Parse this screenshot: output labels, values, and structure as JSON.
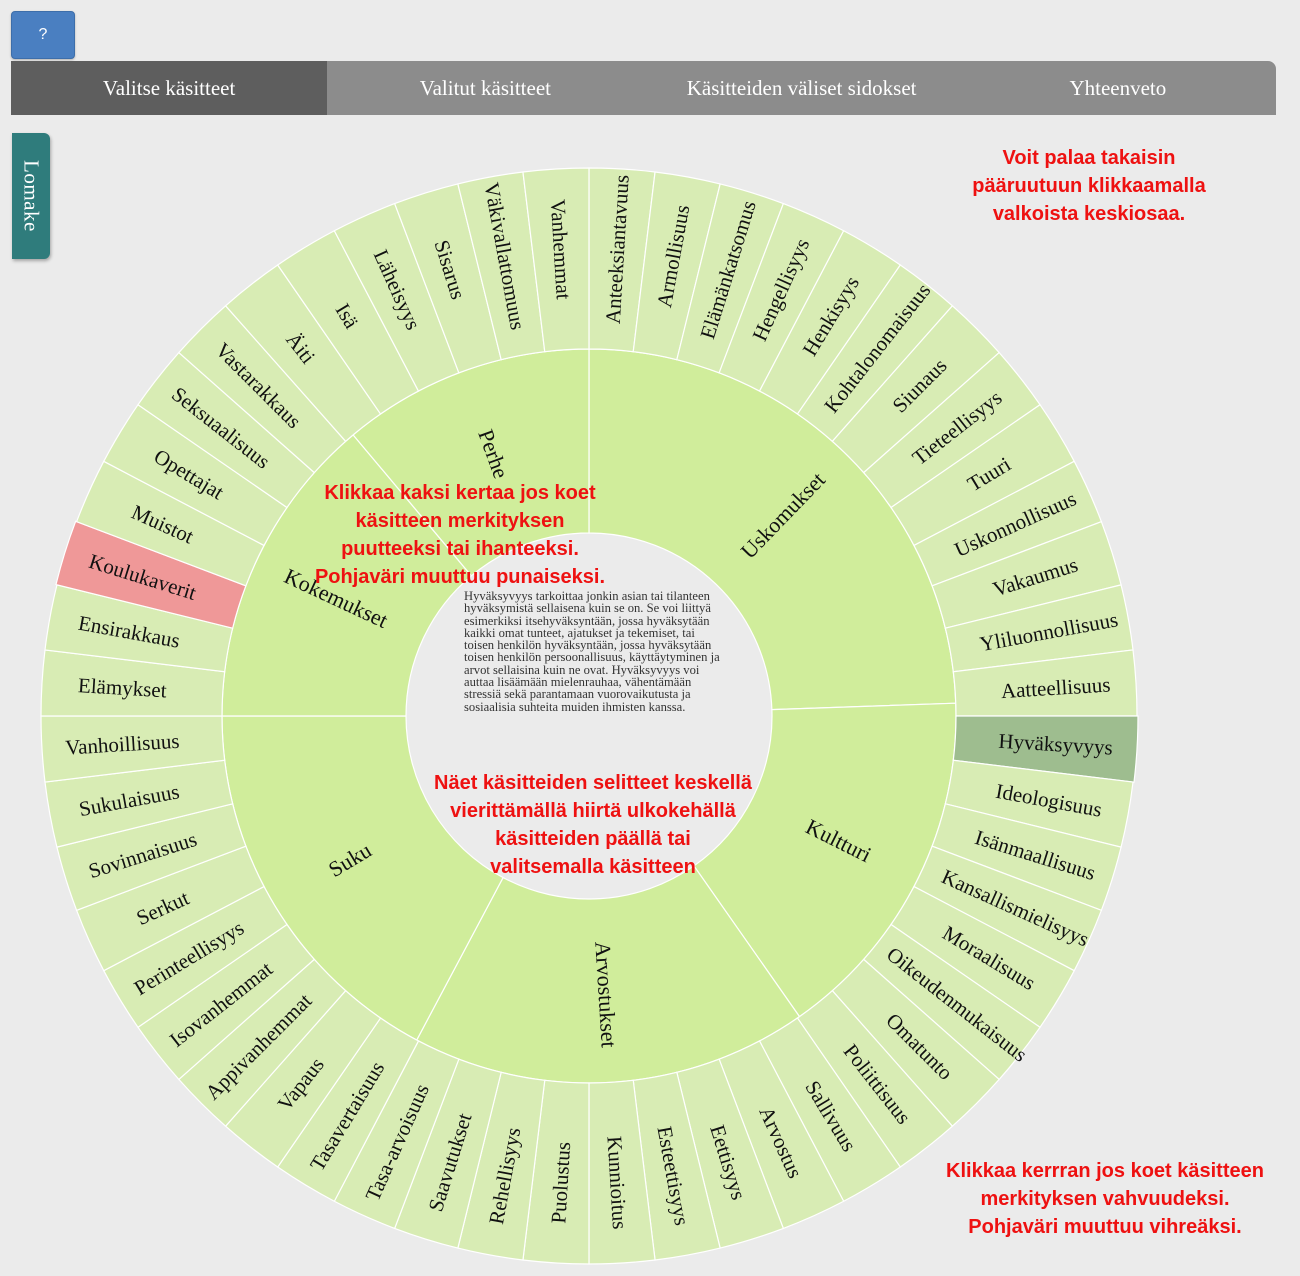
{
  "help_button": {
    "label": "?"
  },
  "tabs": [
    {
      "label": "Valitse käsitteet",
      "active": true
    },
    {
      "label": "Valitut käsitteet",
      "active": false
    },
    {
      "label": "Käsitteiden väliset sidokset",
      "active": false
    },
    {
      "label": "Yhteenveto",
      "active": false
    }
  ],
  "side_tab": {
    "label": "Lomake"
  },
  "colors": {
    "page_bg": "#ebebeb",
    "inner_ring": "#d0ed9b",
    "outer_ring": "#d8ecb4",
    "center": "#ebebeb",
    "selected_strength": "#9ebd8f",
    "selected_lack": "#ef9898",
    "note_text": "#ee1111",
    "active_tab": "#5e5e5e",
    "tab_bar": "#8c8c8c",
    "side_tab": "#2f7c7c",
    "help_button": "#4a7fc1"
  },
  "wheel": {
    "categories": [
      {
        "label": "Uskomukset",
        "start": 0,
        "end": 88
      },
      {
        "label": "Kultturi",
        "start": 88,
        "end": 145
      },
      {
        "label": "Arvostukset",
        "start": 145,
        "end": 208
      },
      {
        "label": "Suku",
        "start": 208,
        "end": 270
      },
      {
        "label": "Kokemukset",
        "start": 270,
        "end": 320
      },
      {
        "label": "Perhe",
        "start": 320,
        "end": 360
      }
    ],
    "concepts": [
      {
        "label": "Anteeksiantavuus",
        "state": "none"
      },
      {
        "label": "Armollisuus",
        "state": "none"
      },
      {
        "label": "Elämänkatsomus",
        "state": "none"
      },
      {
        "label": "Hengellisyys",
        "state": "none"
      },
      {
        "label": "Henkisyys",
        "state": "none"
      },
      {
        "label": "Kohtalonomaisuus",
        "state": "none"
      },
      {
        "label": "Siunaus",
        "state": "none"
      },
      {
        "label": "Tieteellisyys",
        "state": "none"
      },
      {
        "label": "Tuuri",
        "state": "none"
      },
      {
        "label": "Uskonnollisuus",
        "state": "none"
      },
      {
        "label": "Vakaumus",
        "state": "none"
      },
      {
        "label": "Yliluonnollisuus",
        "state": "none"
      },
      {
        "label": "Aatteellisuus",
        "state": "none"
      },
      {
        "label": "Hyväksyvyys",
        "state": "strength"
      },
      {
        "label": "Ideologisuus",
        "state": "none"
      },
      {
        "label": "Isänmaallisuus",
        "state": "none"
      },
      {
        "label": "Kansallismielisyys",
        "state": "none"
      },
      {
        "label": "Moraalisuus",
        "state": "none"
      },
      {
        "label": "Oikeudenmukaisuus",
        "state": "none"
      },
      {
        "label": "Omatunto",
        "state": "none"
      },
      {
        "label": "Poliittisuus",
        "state": "none"
      },
      {
        "label": "Sallivuus",
        "state": "none"
      },
      {
        "label": "Arvostus",
        "state": "none"
      },
      {
        "label": "Eettisyys",
        "state": "none"
      },
      {
        "label": "Esteettisyys",
        "state": "none"
      },
      {
        "label": "Kunnioitus",
        "state": "none"
      },
      {
        "label": "Puolustus",
        "state": "none"
      },
      {
        "label": "Rehellisyys",
        "state": "none"
      },
      {
        "label": "Saavutukset",
        "state": "none"
      },
      {
        "label": "Tasa-arvoisuus",
        "state": "none"
      },
      {
        "label": "Tasavertaisuus",
        "state": "none"
      },
      {
        "label": "Vapaus",
        "state": "none"
      },
      {
        "label": "Appivanhemmat",
        "state": "none"
      },
      {
        "label": "Isovanhemmat",
        "state": "none"
      },
      {
        "label": "Perinteellisyys",
        "state": "none"
      },
      {
        "label": "Serkut",
        "state": "none"
      },
      {
        "label": "Sovinnaisuus",
        "state": "none"
      },
      {
        "label": "Sukulaisuus",
        "state": "none"
      },
      {
        "label": "Vanhoillisuus",
        "state": "none"
      },
      {
        "label": "Elämykset",
        "state": "none"
      },
      {
        "label": "Ensirakkaus",
        "state": "none"
      },
      {
        "label": "Koulukaverit",
        "state": "lack"
      },
      {
        "label": "Muistot",
        "state": "none"
      },
      {
        "label": "Opettajat",
        "state": "none"
      },
      {
        "label": "Seksuaalisuus",
        "state": "none"
      },
      {
        "label": "Vastarakkaus",
        "state": "none"
      },
      {
        "label": "Äiti",
        "state": "none"
      },
      {
        "label": "Isä",
        "state": "none"
      },
      {
        "label": "Läheisyys",
        "state": "none"
      },
      {
        "label": "Sisarus",
        "state": "none"
      },
      {
        "label": "Väkivallattomuus",
        "state": "none"
      },
      {
        "label": "Vanhemmat",
        "state": "none"
      }
    ]
  },
  "center_description": "Hyväksyvyys tarkoittaa jonkin asian tai tilanteen hyväksymistä sellaisena kuin se on. Se voi liittyä esimerkiksi itsehyväksyntään, jossa hyväksytään kaikki omat tunteet, ajatukset ja tekemiset, tai toisen henkilön hyväksyntään, jossa hyväksytään toisen henkilön persoonallisuus, käyttäytyminen ja arvot sellaisina kuin ne ovat. Hyväksyvyys voi auttaa lisäämään mielenrauhaa, vähentämään stressiä sekä parantamaan vuorovaikutusta ja sosiaalisia suhteita muiden ihmisten kanssa.",
  "notes": {
    "top_right": [
      "Voit palaa takaisin",
      "pääruutuun klikkaamalla",
      "valkoista keskiosaa."
    ],
    "middle": [
      "Klikkaa kaksi kertaa jos koet",
      "käsitteen merkityksen",
      "puutteeksi tai ihanteeksi.",
      "Pohjaväri muuttuu punaiseksi."
    ],
    "center": [
      "Näet käsitteiden selitteet keskellä",
      "vierittämällä hiirtä ulkokehällä",
      "käsitteiden päällä tai",
      "valitsemalla käsitteen"
    ],
    "bottom_right": [
      "Klikkaa kerrran jos koet käsitteen",
      "merkityksen vahvuudeksi.",
      "Pohjaväri muuttuu vihreäksi."
    ]
  }
}
